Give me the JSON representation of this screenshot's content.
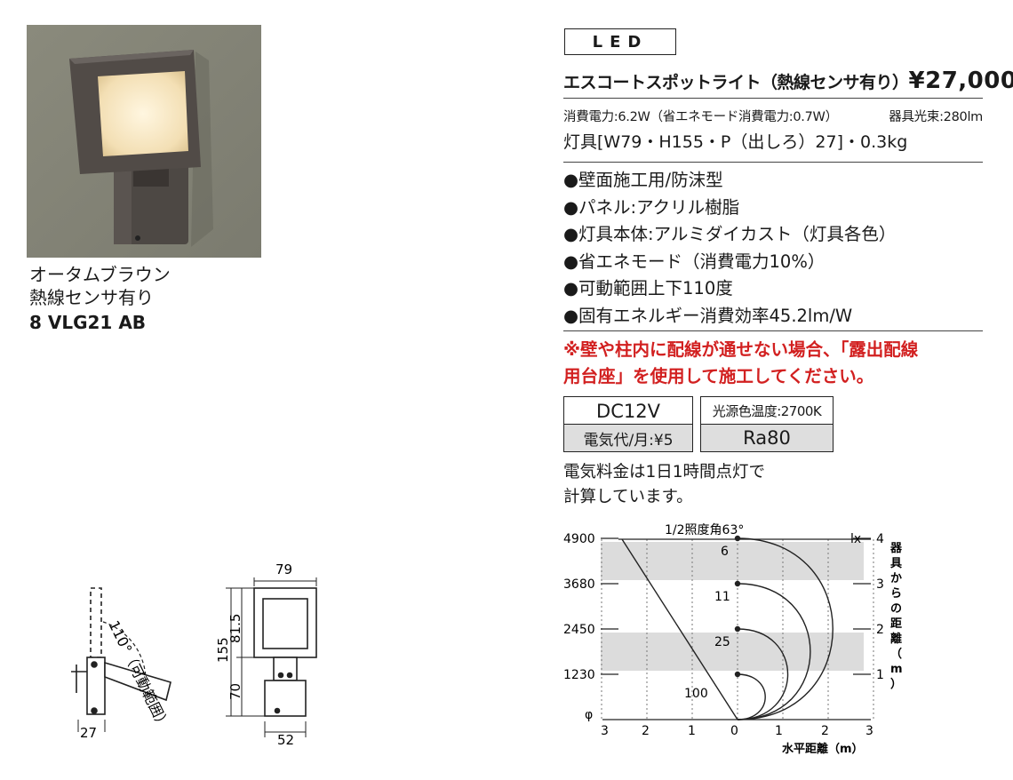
{
  "product": {
    "color_name": "オータムブラウン",
    "sensor_text": "熱線センサ有り",
    "model_code": "8 VLG21 AB"
  },
  "header": {
    "category": "LED",
    "product_name": "エスコートスポットライト（熱線センサ有り）",
    "price": "¥27,000"
  },
  "specs": {
    "power": "消費電力:6.2W（省エネモード消費電力:0.7W）",
    "lumen": "器具光束:280lm",
    "dimensions": "灯具[W79・H155・P（出しろ）27]・0.3kg"
  },
  "features": [
    "●壁面施工用/防沫型",
    "●パネル:アクリル樹脂",
    "●灯具本体:アルミダイカスト（灯具各色）",
    "●省エネモード（消費電力10%）",
    "●可動範囲上下110度",
    "●固有エネルギー消費効率45.2lm/W"
  ],
  "note": {
    "line1": "※壁や柱内に配線が通せない場合、「露出配線",
    "line2": "用台座」を使用して施工してください。"
  },
  "spec_table": {
    "voltage": "DC12V",
    "color_temp": "光源色温度:2700K",
    "electricity_cost": "電気代/月:¥5",
    "ra": "Ra80"
  },
  "calc_note": {
    "line1": "電気料金は1日1時間点灯で",
    "line2": "計算しています。"
  },
  "drawing": {
    "angle_label": "110°（可動範囲）",
    "width": "79",
    "height_total": "155",
    "height_upper": "81.5",
    "height_lower": "70",
    "depth": "27",
    "base_width": "52"
  },
  "light_chart": {
    "title": "1/2照度角63°",
    "unit_label": "lx",
    "diameter_symbol": "φ",
    "right_axis_label": "器具からの距離（m）",
    "bottom_axis_label": "水平距離（m）",
    "diameters": [
      "4900",
      "3680",
      "2450",
      "1230"
    ],
    "distances": [
      "4",
      "3",
      "2",
      "1"
    ],
    "lux_values": [
      "6",
      "11",
      "25",
      "100"
    ],
    "x_ticks": [
      "3",
      "2",
      "1",
      "0",
      "1",
      "2",
      "3"
    ],
    "colors": {
      "band": "#dcdcdc",
      "line": "#222222"
    }
  }
}
